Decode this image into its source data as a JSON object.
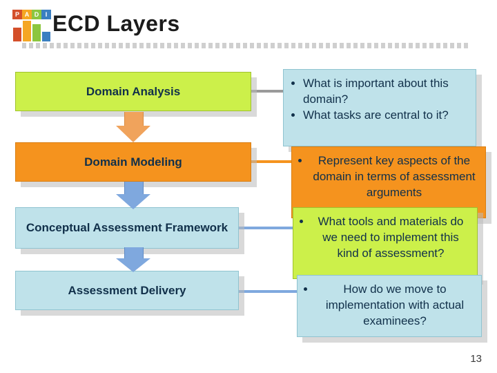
{
  "slide": {
    "title": "ECD Layers",
    "page_number": "13",
    "logo": {
      "letters": [
        "P",
        "A",
        "D",
        "I"
      ],
      "letter_colors": [
        "#d44f2a",
        "#f5a623",
        "#8cc63f",
        "#3a7fc1"
      ],
      "bar_colors": [
        "#d44f2a",
        "#f5a623",
        "#8cc63f",
        "#3a7fc1"
      ]
    },
    "layers": [
      {
        "label": "Domain Analysis",
        "color": "#ccf04a"
      },
      {
        "label": "Domain Modeling",
        "color": "#f5931e"
      },
      {
        "label": "Conceptual Assessment Framework",
        "color": "#bfe2ea"
      },
      {
        "label": "Assessment Delivery",
        "color": "#bfe2ea"
      }
    ],
    "callouts": [
      {
        "color": "#bfe2ea",
        "bullets": [
          "What is important about this domain?",
          "What tasks are central to it?"
        ]
      },
      {
        "color": "#f5931e",
        "bullets": [
          "Represent key aspects of the  domain in terms of assessment arguments"
        ]
      },
      {
        "color": "#ccf04a",
        "bullets": [
          "What tools and materials do we need to implement this kind of assessment?"
        ]
      },
      {
        "color": "#bfe2ea",
        "bullets": [
          "How do we move to implementation with actual examinees?"
        ]
      }
    ],
    "arrow_colors": [
      "#f0a35c",
      "#7fa8de",
      "#7fa8de"
    ],
    "connector_colors": [
      "#9a9a9a",
      "#f5931e",
      "#7fa8de",
      "#7fa8de"
    ]
  }
}
